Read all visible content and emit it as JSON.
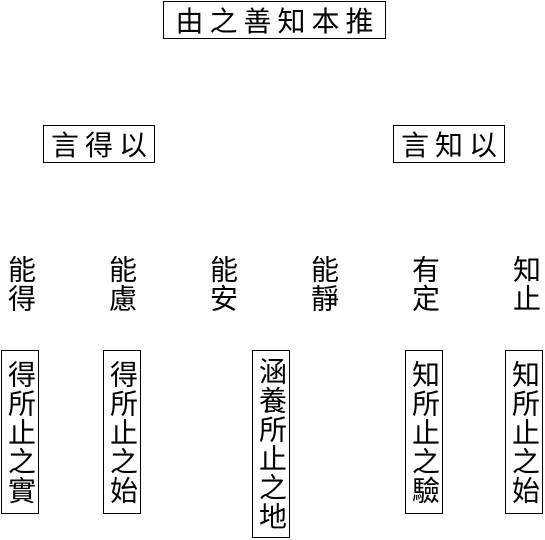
{
  "title": "由之善知本推",
  "left_header": "言得以",
  "right_header": "言知以",
  "columns": [
    "能得",
    "能慮",
    "能安",
    "能靜",
    "有定",
    "知止"
  ],
  "boxes": [
    "得所止之實",
    "得所止之始",
    "涵養所止之地",
    "知所止之驗",
    "知所止之始"
  ]
}
